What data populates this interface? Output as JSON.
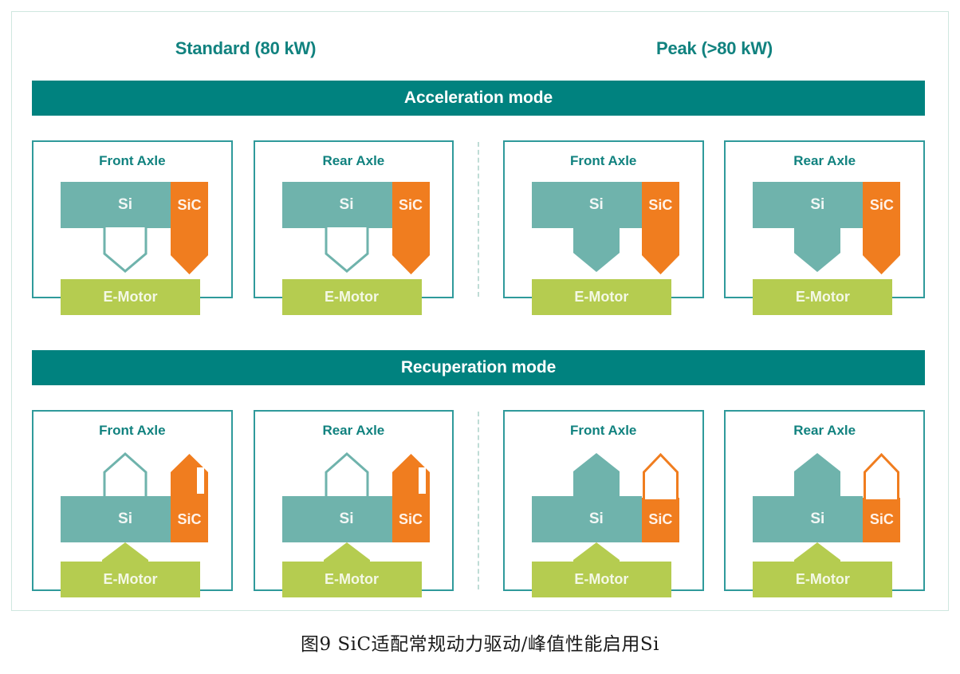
{
  "figure": {
    "caption": "图9  SiC适配常规动力驱动/峰值性能启用Si",
    "columns": [
      {
        "label": "Standard (80 kW)"
      },
      {
        "label": "Peak (>80 kW)"
      }
    ],
    "colors": {
      "banner_teal": "#00827f",
      "title_teal": "#11827f",
      "panel_border": "#2f9a9b",
      "si_teal": "#6fb3ac",
      "sic_orange": "#f07d1f",
      "emotor_green": "#b5cc50",
      "outer_frame": "#cfe7df",
      "divider_dash": "#bfdcd6"
    },
    "sections": [
      {
        "id": "acceleration",
        "banner": "Acceleration mode",
        "panels": [
          {
            "axle": "Front Axle",
            "power": "Standard (80 kW)",
            "si_label": "Si",
            "sic_label": "SiC",
            "emotor_label": "E-Motor",
            "si_arrow": "outline-down",
            "sic_arrow": "filled-down",
            "emotor_arrow": "none"
          },
          {
            "axle": "Rear Axle",
            "power": "Standard (80 kW)",
            "si_label": "Si",
            "sic_label": "SiC",
            "emotor_label": "E-Motor",
            "si_arrow": "outline-down",
            "sic_arrow": "filled-down",
            "emotor_arrow": "none"
          },
          {
            "axle": "Front Axle",
            "power": "Peak (>80 kW)",
            "si_label": "Si",
            "sic_label": "SiC",
            "emotor_label": "E-Motor",
            "si_arrow": "filled-down",
            "sic_arrow": "filled-down",
            "emotor_arrow": "none"
          },
          {
            "axle": "Rear Axle",
            "power": "Peak (>80 kW)",
            "si_label": "Si",
            "sic_label": "SiC",
            "emotor_label": "E-Motor",
            "si_arrow": "filled-down",
            "sic_arrow": "filled-down",
            "emotor_arrow": "none"
          }
        ]
      },
      {
        "id": "recuperation",
        "banner": "Recuperation mode",
        "panels": [
          {
            "axle": "Front Axle",
            "power": "Standard (80 kW)",
            "si_label": "Si",
            "sic_label": "SiC",
            "emotor_label": "E-Motor",
            "si_arrow": "outline-up",
            "sic_arrow": "filled-up-notched",
            "emotor_arrow": "filled-up"
          },
          {
            "axle": "Rear Axle",
            "power": "Standard (80 kW)",
            "si_label": "Si",
            "sic_label": "SiC",
            "emotor_label": "E-Motor",
            "si_arrow": "outline-up",
            "sic_arrow": "filled-up-notched",
            "emotor_arrow": "filled-up"
          },
          {
            "axle": "Front Axle",
            "power": "Peak (>80 kW)",
            "si_label": "Si",
            "sic_label": "SiC",
            "emotor_label": "E-Motor",
            "si_arrow": "filled-up",
            "sic_arrow": "outline-up",
            "emotor_arrow": "filled-up"
          },
          {
            "axle": "Rear Axle",
            "power": "Peak (>80 kW)",
            "si_label": "Si",
            "sic_label": "SiC",
            "emotor_label": "E-Motor",
            "si_arrow": "filled-up",
            "sic_arrow": "outline-up",
            "emotor_arrow": "filled-up"
          }
        ]
      }
    ]
  }
}
